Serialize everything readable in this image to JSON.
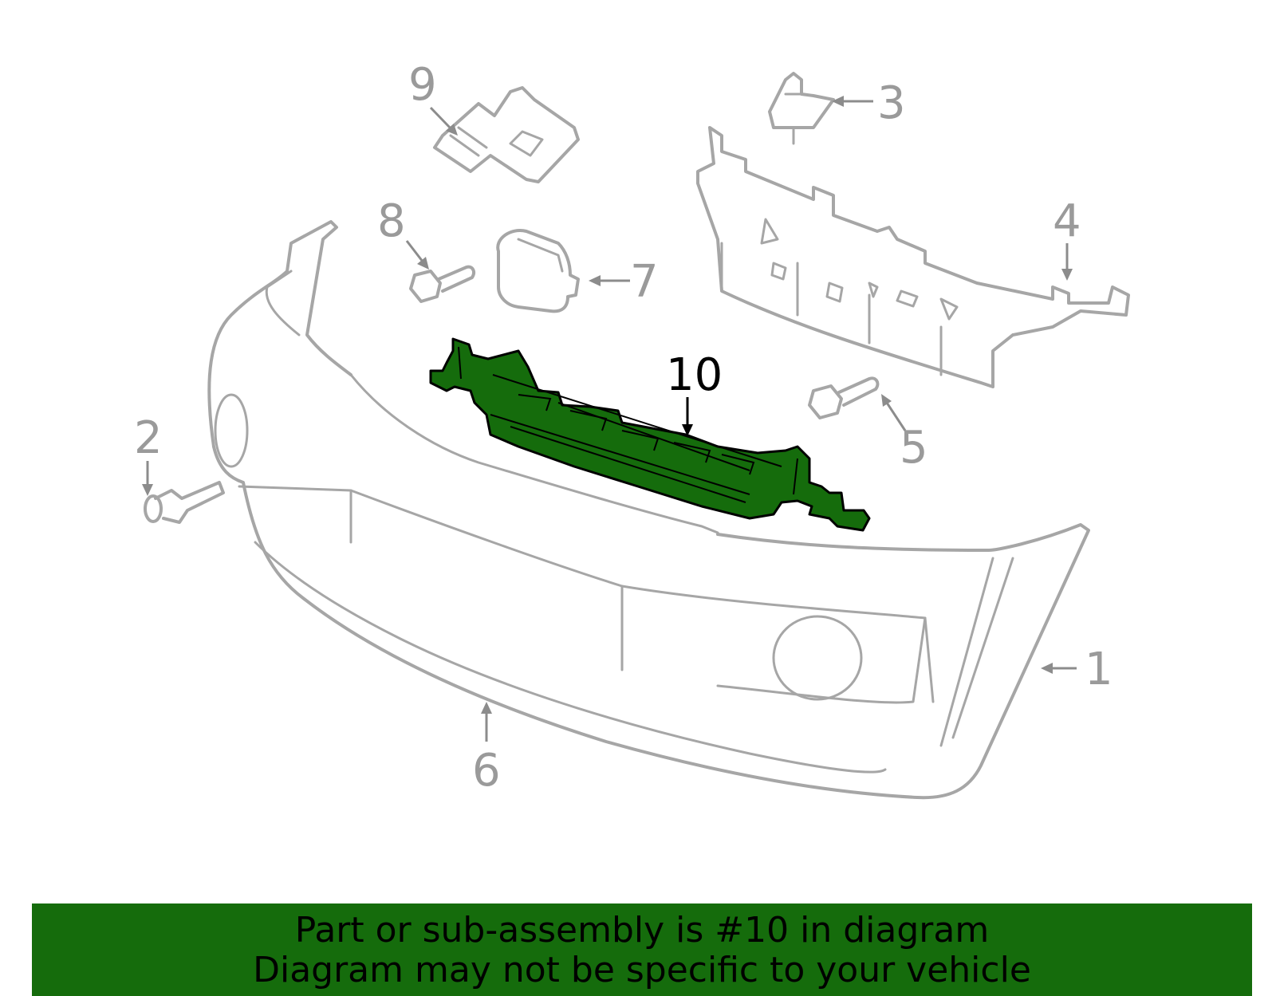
{
  "diagram": {
    "highlight_color": "#156c0c",
    "highlighted_callout": "10",
    "callouts": [
      "1",
      "2",
      "3",
      "4",
      "5",
      "6",
      "7",
      "8",
      "9",
      "10"
    ]
  },
  "banner": {
    "line1": "Part or sub-assembly is #10 in diagram",
    "line2": "Diagram may not be specific to your vehicle"
  }
}
